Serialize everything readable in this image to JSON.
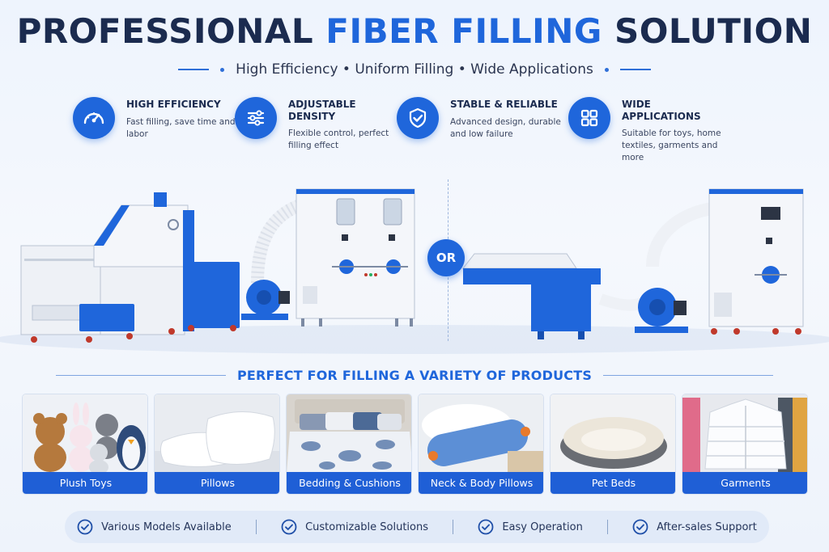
{
  "header": {
    "title_part1": "PROFESSIONAL ",
    "title_accent": "FIBER FILLING",
    "title_part2": " SOLUTION",
    "tagline": "High Efficiency • Uniform Filling • Wide Applications"
  },
  "features": [
    {
      "title": "HIGH EFFICIENCY",
      "desc": "Fast filling, save time and labor",
      "icon": "speedometer-icon"
    },
    {
      "title": "ADJUSTABLE DENSITY",
      "desc": "Flexible control, perfect filling effect",
      "icon": "sliders-icon"
    },
    {
      "title": "STABLE & RELIABLE",
      "desc": "Advanced design, durable and low failure",
      "icon": "shield-check-icon"
    },
    {
      "title": "WIDE APPLICATIONS",
      "desc": "Suitable for toys, home textiles, garments and more",
      "icon": "grid-icon"
    }
  ],
  "or_label": "OR",
  "section_title": "PERFECT FOR FILLING A VARIETY OF PRODUCTS",
  "products": [
    {
      "label": "Plush Toys"
    },
    {
      "label": "Pillows"
    },
    {
      "label": "Bedding & Cushions"
    },
    {
      "label": "Neck & Body Pillows"
    },
    {
      "label": "Pet Beds"
    },
    {
      "label": "Garments"
    }
  ],
  "benefits": [
    {
      "label": "Various Models Available"
    },
    {
      "label": "Customizable Solutions"
    },
    {
      "label": "Easy Operation"
    },
    {
      "label": "After-sales Support"
    }
  ],
  "colors": {
    "brand_blue": "#1f66db",
    "navy": "#1b2b4f",
    "label_blue": "#1f5fd6"
  }
}
